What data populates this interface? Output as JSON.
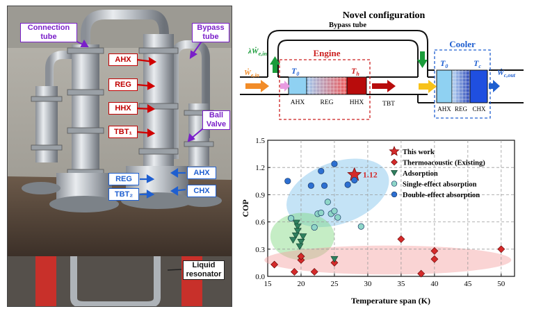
{
  "photo": {
    "labels": {
      "connection_tube": [
        "Connection",
        "tube"
      ],
      "bypass_tube": [
        "Bypass",
        "tube"
      ],
      "ahx": "AHX",
      "reg": "REG",
      "hhx": "HHX",
      "tbt1": "TBT₁",
      "ball_valve": [
        "Ball",
        "Valve"
      ],
      "reg2": "REG",
      "tbt2": "TBT₂",
      "ahx2": "AHX",
      "chx": "CHX",
      "liquid_resonator": [
        "Liquid",
        "resonator"
      ]
    },
    "colors": {
      "label_border": "#c00000",
      "arrow_red": "#d00000",
      "arrow_blue": "#1f5fd0",
      "purple": "#7a1fc9"
    }
  },
  "schematic": {
    "title": "Novel configuration",
    "bypass_label": "Bypass tube",
    "engine_label": "Engine",
    "cooler_label": "Cooler",
    "lambda_we_in": "λẆ",
    "lambda_sub": "e,in",
    "we_in": "Ẇ",
    "we_in_sub": "e,in",
    "wc_out": "Ẇ",
    "wc_out_sub": "c,out",
    "t0": "T",
    "t0_sub": "0",
    "th": "T",
    "th_sub": "h",
    "tc": "T",
    "tc_sub": "c",
    "components_engine": [
      "AHX",
      "REG",
      "HHX"
    ],
    "tbt": "TBT",
    "components_cooler": [
      "AHX",
      "REG",
      "CHX"
    ],
    "colors": {
      "engine": "#cc1f1f",
      "cooler": "#1f5fd0",
      "green": "#1a9c3a",
      "orange": "#f28c28",
      "yellow": "#f7c21a",
      "pink": "#e89be0"
    }
  },
  "chart_data": {
    "type": "scatter",
    "xlabel": "Temperature span (K)",
    "ylabel": "COP",
    "xlim": [
      15,
      52
    ],
    "ylim": [
      0,
      1.5
    ],
    "xticks": [
      15,
      20,
      25,
      30,
      35,
      40,
      45,
      50
    ],
    "yticks": [
      0.0,
      0.3,
      0.6,
      0.9,
      1.2,
      1.5
    ],
    "grid": true,
    "legend_position": "top-right",
    "annotation": "1.12",
    "series": [
      {
        "name": "This work",
        "marker": "star",
        "color": "#d42a2a",
        "points": [
          [
            28,
            1.12
          ]
        ]
      },
      {
        "name": "Thermoacoustic (Existing)",
        "marker": "diamond",
        "color": "#d42a2a",
        "points": [
          [
            16,
            0.13
          ],
          [
            19,
            0.05
          ],
          [
            20,
            0.18
          ],
          [
            20,
            0.22
          ],
          [
            22,
            0.05
          ],
          [
            25,
            0.15
          ],
          [
            35,
            0.41
          ],
          [
            38,
            0.03
          ],
          [
            40,
            0.28
          ],
          [
            40,
            0.19
          ],
          [
            50,
            0.3
          ]
        ]
      },
      {
        "name": "Adsorption",
        "marker": "triangle-down",
        "color": "#2f7f5f",
        "points": [
          [
            19.3,
            0.59
          ],
          [
            19.5,
            0.55
          ],
          [
            19.5,
            0.5
          ],
          [
            19.2,
            0.45
          ],
          [
            18.8,
            0.4
          ],
          [
            20.0,
            0.38
          ],
          [
            20.3,
            0.44
          ],
          [
            19.8,
            0.33
          ],
          [
            25.0,
            0.19
          ]
        ]
      },
      {
        "name": "Single-effect absorption",
        "marker": "circle",
        "color": "#8fd6c8",
        "points": [
          [
            22.5,
            0.69
          ],
          [
            23.0,
            0.7
          ],
          [
            24.5,
            0.69
          ],
          [
            25.0,
            0.72
          ],
          [
            25.5,
            0.65
          ],
          [
            22.0,
            0.54
          ],
          [
            29.0,
            0.55
          ],
          [
            24.0,
            0.82
          ],
          [
            18.5,
            0.64
          ]
        ]
      },
      {
        "name": "Double-effect absorption",
        "marker": "circle",
        "color": "#2d6fd1",
        "points": [
          [
            18.0,
            1.05
          ],
          [
            21.5,
            1.0
          ],
          [
            23.0,
            1.16
          ],
          [
            23.5,
            1.0
          ],
          [
            25.0,
            1.24
          ],
          [
            27.0,
            1.01
          ],
          [
            28.0,
            1.06
          ]
        ]
      }
    ],
    "regions": [
      {
        "name": "double-effect-region",
        "color": "#7cc0ea",
        "cx": 25.5,
        "cy": 0.92,
        "rx": 8.0,
        "ry": 0.34,
        "rotate": -20
      },
      {
        "name": "adsorption-region",
        "color": "#7ed67e",
        "cx": 20.2,
        "cy": 0.44,
        "rx": 4.8,
        "ry": 0.26,
        "rotate": 0
      },
      {
        "name": "thermoacoustic-region",
        "color": "#f5a0a0",
        "cx": 33.0,
        "cy": 0.18,
        "rx": 18.5,
        "ry": 0.16,
        "rotate": 0
      }
    ]
  }
}
